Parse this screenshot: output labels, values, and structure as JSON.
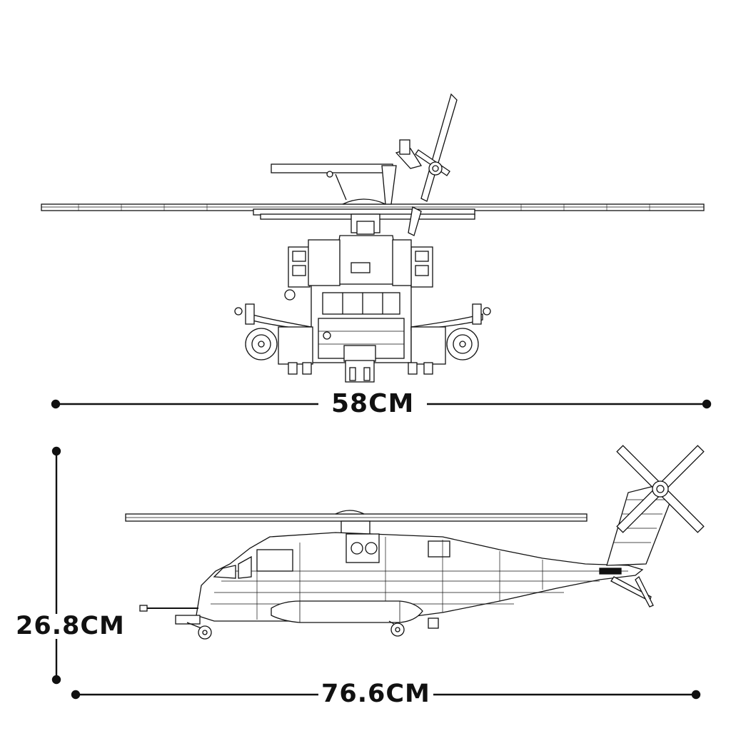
{
  "dimensions": {
    "width": "58CM",
    "height": "26.8CM",
    "length": "76.6CM"
  },
  "colors": {
    "ink": "#111111",
    "fill": "#ffffff",
    "detail": "#444444"
  }
}
